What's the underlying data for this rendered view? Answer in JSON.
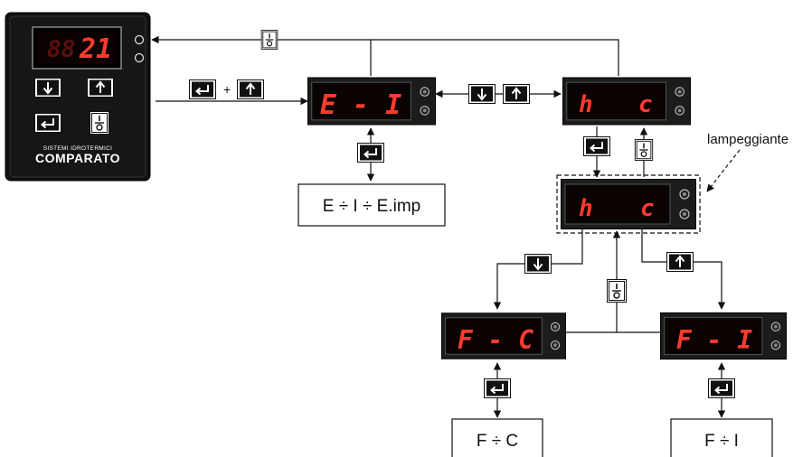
{
  "controller": {
    "display_dim": "88",
    "display_value": "21",
    "brand_line1": "SISTEMI IDROTERMICI",
    "brand_line2": "COMPARATO"
  },
  "displays": {
    "e1": "E - I",
    "hc_top_left": "h",
    "hc_top_right": "c",
    "hc_mid_left": "h",
    "hc_mid_right": "c",
    "fc": "F - C",
    "fi": "F - I"
  },
  "boxes": {
    "e_box": "E ÷ I ÷ E.imp",
    "fc_box": "F ÷ C",
    "fi_box": "F ÷ I"
  },
  "annotation": "lampeggiante",
  "combo_plus": "+",
  "icons": [
    "arrow-down-icon",
    "arrow-up-icon",
    "enter-icon",
    "power-toggle-icon"
  ],
  "colors": {
    "segment": "#ff3b2f",
    "panel": "#1a1a1a",
    "line": "#111111"
  }
}
